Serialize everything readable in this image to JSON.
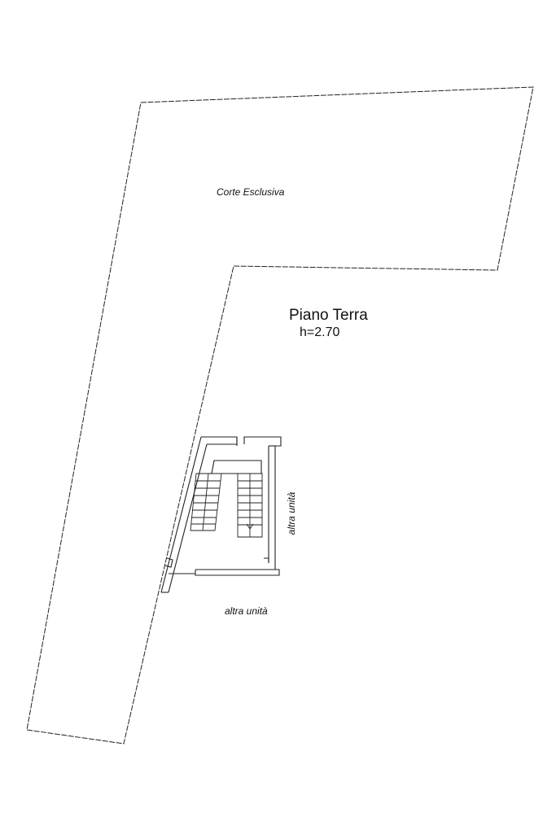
{
  "floor_plan": {
    "courtyard_label": "Corte Esclusiva",
    "floor_name": "Piano Terra",
    "ceiling_height": "h=2.70",
    "adjacent_unit_label_side": "altra unità",
    "adjacent_unit_label_bottom": "altra unità"
  },
  "colors": {
    "line": "#222222",
    "background": "#ffffff"
  }
}
